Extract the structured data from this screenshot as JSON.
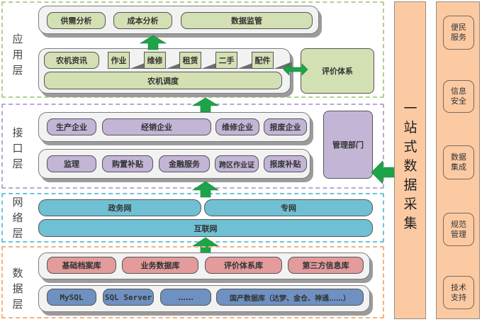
{
  "layers": {
    "application": {
      "label": "应用层",
      "top_row": [
        "供需分析",
        "成本分析",
        "数据监管"
      ],
      "info_box": "农机资讯",
      "services": [
        "作业",
        "维修",
        "租赁",
        "二手",
        "配件"
      ],
      "dispatch": "农机调度",
      "evaluation": "评价体系"
    },
    "interface": {
      "label": "接口层",
      "enterprises": [
        "生产企业",
        "经销企业",
        "维修企业",
        "报废企业"
      ],
      "services": [
        "监理",
        "购置补贴",
        "金融服务",
        "跨区作业证",
        "报废补贴"
      ],
      "management": "管理部门"
    },
    "network": {
      "label": "网络层",
      "top_row": [
        "政务网",
        "专网"
      ],
      "internet": "互联网"
    },
    "data": {
      "label": "数据层",
      "repositories": [
        "基础档案库",
        "业务数据库",
        "评价体系库",
        "第三方信息库"
      ],
      "databases": [
        "MySQL",
        "SQL Server",
        "……",
        "国产数据库（达梦、金仓、神通……）"
      ]
    }
  },
  "collection_bar": {
    "label": "一站式数据采集"
  },
  "features": [
    "便民服务",
    "信息安全",
    "数据集成",
    "规范管理",
    "技术支持"
  ],
  "colors": {
    "application": "#d3e0b3",
    "interface": "#c3b5d6",
    "network": "#6fc0d3",
    "repository": "#e39b9b",
    "database": "#6e91c1",
    "side": "#fbcaa3",
    "arrow": "#1ea448"
  }
}
